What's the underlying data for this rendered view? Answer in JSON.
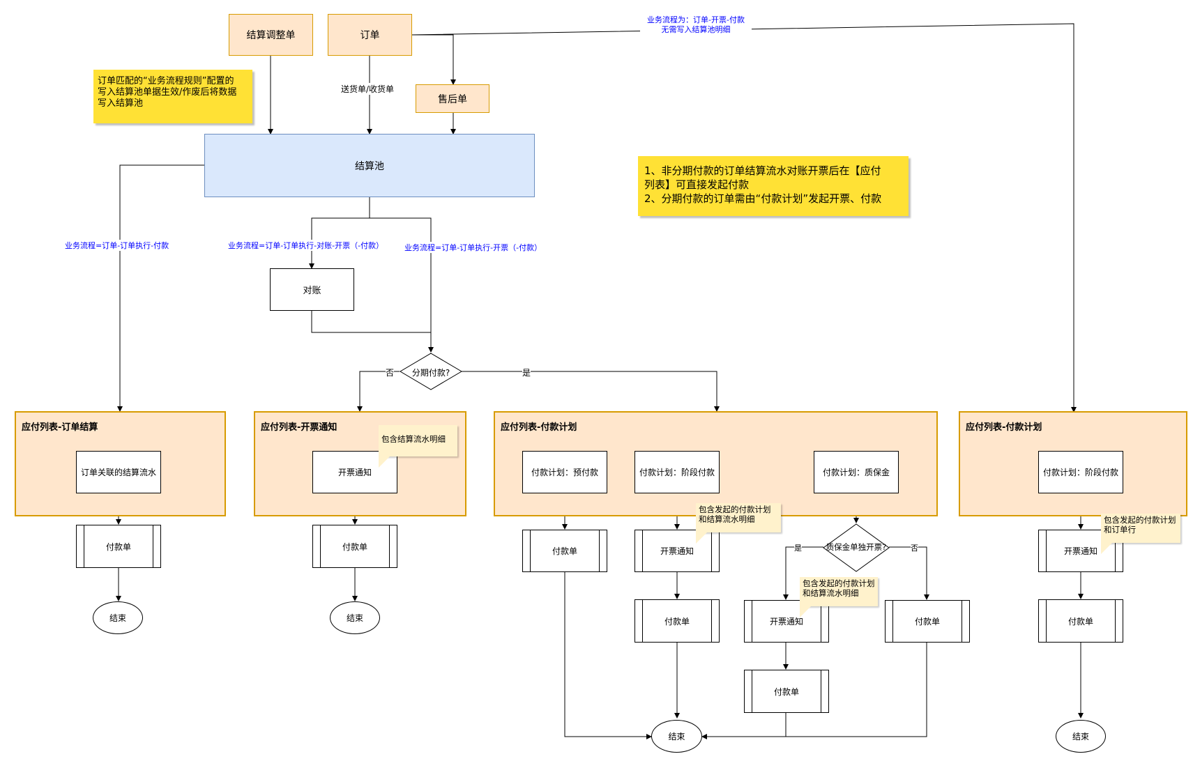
{
  "sources": {
    "adjust": "结算调整单",
    "order": "订单",
    "aftersale": "售后单"
  },
  "pool": "结算池",
  "notes": {
    "order_rule": "订单匹配的“业务流程规则”配置的\n写入结算池单据生效/作废后将数据\n写入结算池",
    "rules": "1、非分期付款的订单结算流水对账开票后在【应付\n列表】可直接发起付款\n2、分期付款的订单需由“付款计划”发起开票、付款"
  },
  "edge_labels": {
    "top": "业务流程为：订单-开票-付款\n无需写入结算池明细",
    "delivery": "送货单/收货单",
    "flow1": "业务流程=订单-订单执行-付款",
    "flow2": "业务流程=订单-订单执行-对账-开票（-付款）",
    "flow3": "业务流程=订单-订单执行-开票（-付款）",
    "no": "否",
    "yes": "是"
  },
  "reconcile": "对账",
  "installment_q": "分期付款?",
  "groups": {
    "g1": {
      "title": "应付列表-订单结算",
      "item": "订单关联的结算流水",
      "pay": "付款单",
      "end": "结束"
    },
    "g2": {
      "title": "应付列表-开票通知",
      "item": "开票通知",
      "note": "包含结算流水明细",
      "pay": "付款单",
      "end": "结束"
    },
    "g3": {
      "title": "应付列表-付款计划",
      "plan_pre": "付款计划：预付款",
      "plan_stage": "付款计划：阶段付款",
      "plan_quality": "付款计划：质保金",
      "note_stage": "包含发起的付款计划\n和结算流水明细",
      "pay_pre": "付款单",
      "invoice_stage": "开票通知",
      "pay_stage": "付款单",
      "quality_q": "质保金单独开票?",
      "yes": "是",
      "no": "否",
      "note_quality": "包含发起的付款计划\n和结算流水明细",
      "invoice_quality": "开票通知",
      "pay_quality_invoice": "付款单",
      "pay_quality_direct": "付款单",
      "end": "结束"
    },
    "g4": {
      "title": "应付列表-付款计划",
      "plan": "付款计划：阶段付款",
      "note": "包含发起的付款计划\n和订单行",
      "invoice": "开票通知",
      "pay": "付款单",
      "end": "结束"
    }
  },
  "colors": {
    "source_fill": "#ffe6cc",
    "source_stroke": "#d79b00",
    "pool_fill": "#dae8fc",
    "pool_stroke": "#6c8ebf",
    "note_yellow": "#ffe135",
    "callout": "#fff2cc",
    "edge_label_blue": "#0000ff"
  }
}
